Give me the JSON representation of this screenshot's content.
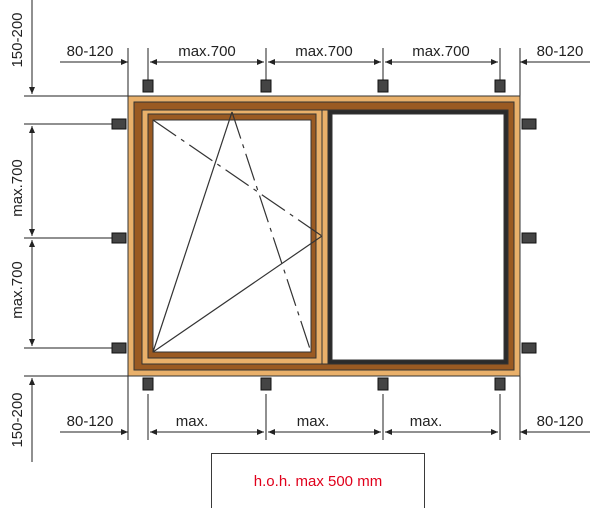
{
  "dimensions": {
    "top": {
      "left_offset": "80-120",
      "spacings": [
        "max.700",
        "max.700",
        "max.700"
      ],
      "right_offset": "80-120"
    },
    "bottom": {
      "left_offset": "80-120",
      "spacings": [
        "max.",
        "max.",
        "max."
      ],
      "right_offset": "80-120"
    },
    "left_side": {
      "top_offset": "150-200",
      "spacings": [
        "max.700",
        "max.700"
      ],
      "bottom_offset": "150-200"
    }
  },
  "note": {
    "text": "h.o.h. max 500 mm",
    "color": "#e0001b"
  },
  "colors": {
    "frame_outer": "#e9b06a",
    "frame_inner": "#9a5a22",
    "line": "#222222"
  }
}
